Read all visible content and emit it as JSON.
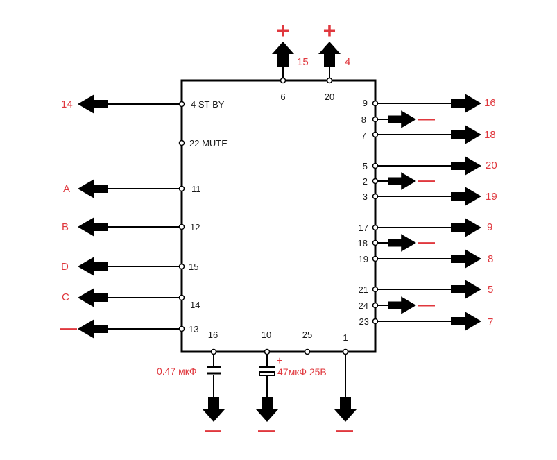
{
  "colors": {
    "wire": "#000000",
    "label_red": "#e0383e",
    "pin_text": "#1a1a1a"
  },
  "top": {
    "pin_6": "6",
    "pin_20": "20",
    "plus_a": "+",
    "plus_b": "+",
    "out_15": "15",
    "out_4": "4"
  },
  "left": {
    "st_by": "4 ST-BY",
    "mute": "22 MUTE",
    "pin_11": "11",
    "pin_12": "12",
    "pin_15": "15",
    "pin_14": "14",
    "pin_13": "13",
    "out_14": "14",
    "out_a": "A",
    "out_b": "B",
    "out_d": "D",
    "out_c": "C",
    "out_minus": "—"
  },
  "right": {
    "pin_9": "9",
    "pin_8": "8",
    "pin_7": "7",
    "pin_5": "5",
    "pin_2": "2",
    "pin_3": "3",
    "pin_17": "17",
    "pin_18": "18",
    "pin_19": "19",
    "pin_21": "21",
    "pin_24": "24",
    "pin_23": "23",
    "out_16": "16",
    "out_18": "18",
    "out_20": "20",
    "out_19": "19",
    "out_9": "9",
    "out_8": "8",
    "out_5": "5",
    "out_7": "7",
    "minus_1": "—",
    "minus_2": "—",
    "minus_3": "—",
    "minus_4": "—"
  },
  "bottom": {
    "pin_16": "16",
    "pin_10": "10",
    "pin_25": "25",
    "pin_1": "1",
    "cap1_label": "0.47 мкФ",
    "cap2_label": "47мкФ 25В",
    "cap2_polarity": "+",
    "gnd_1": "—",
    "gnd_2": "—",
    "gnd_3": "—"
  }
}
